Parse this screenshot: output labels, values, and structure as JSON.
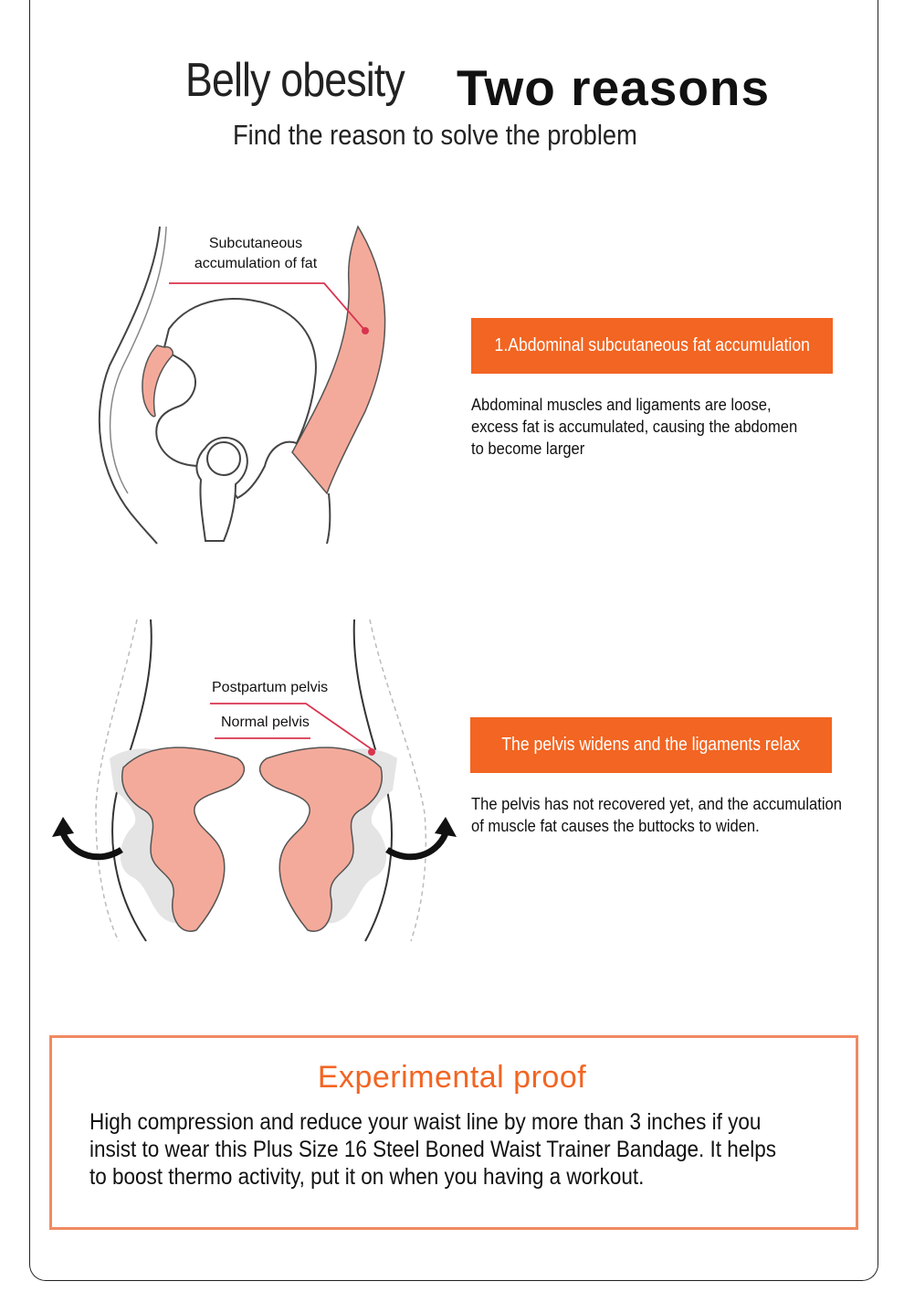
{
  "header": {
    "title_part1": "Belly obesity",
    "title_part2": "Two reasons",
    "subtitle": "Find the reason to solve the problem"
  },
  "section1": {
    "diagram_label": "Subcutaneous\naccumulation of fat",
    "heading": "1.Abdominal subcutaneous fat accumulation",
    "description": "Abdominal muscles and ligaments are loose,\nexcess fat is accumulated, causing the abdomen\n to become larger"
  },
  "section2": {
    "label_postpartum": "Postpartum pelvis",
    "label_normal": "Normal pelvis",
    "heading": "The pelvis widens and the ligaments relax",
    "description": "The pelvis has not recovered yet, and the accumulation\nof muscle fat causes the buttocks to widen."
  },
  "proof": {
    "title": "Experimental proof",
    "text": "High compression and reduce your waist line by more than 3 inches if you insist to wear this Plus Size 16 Steel Boned Waist Trainer Bandage. It helps to boost thermo activity, put it on when you having a workout."
  },
  "colors": {
    "accent_orange": "#f26522",
    "proof_border": "#f08a62",
    "fat_pink": "#f4aa9a",
    "pointer_red": "#d9344f"
  },
  "icons": [
    "arrow-left-icon",
    "arrow-right-icon"
  ]
}
